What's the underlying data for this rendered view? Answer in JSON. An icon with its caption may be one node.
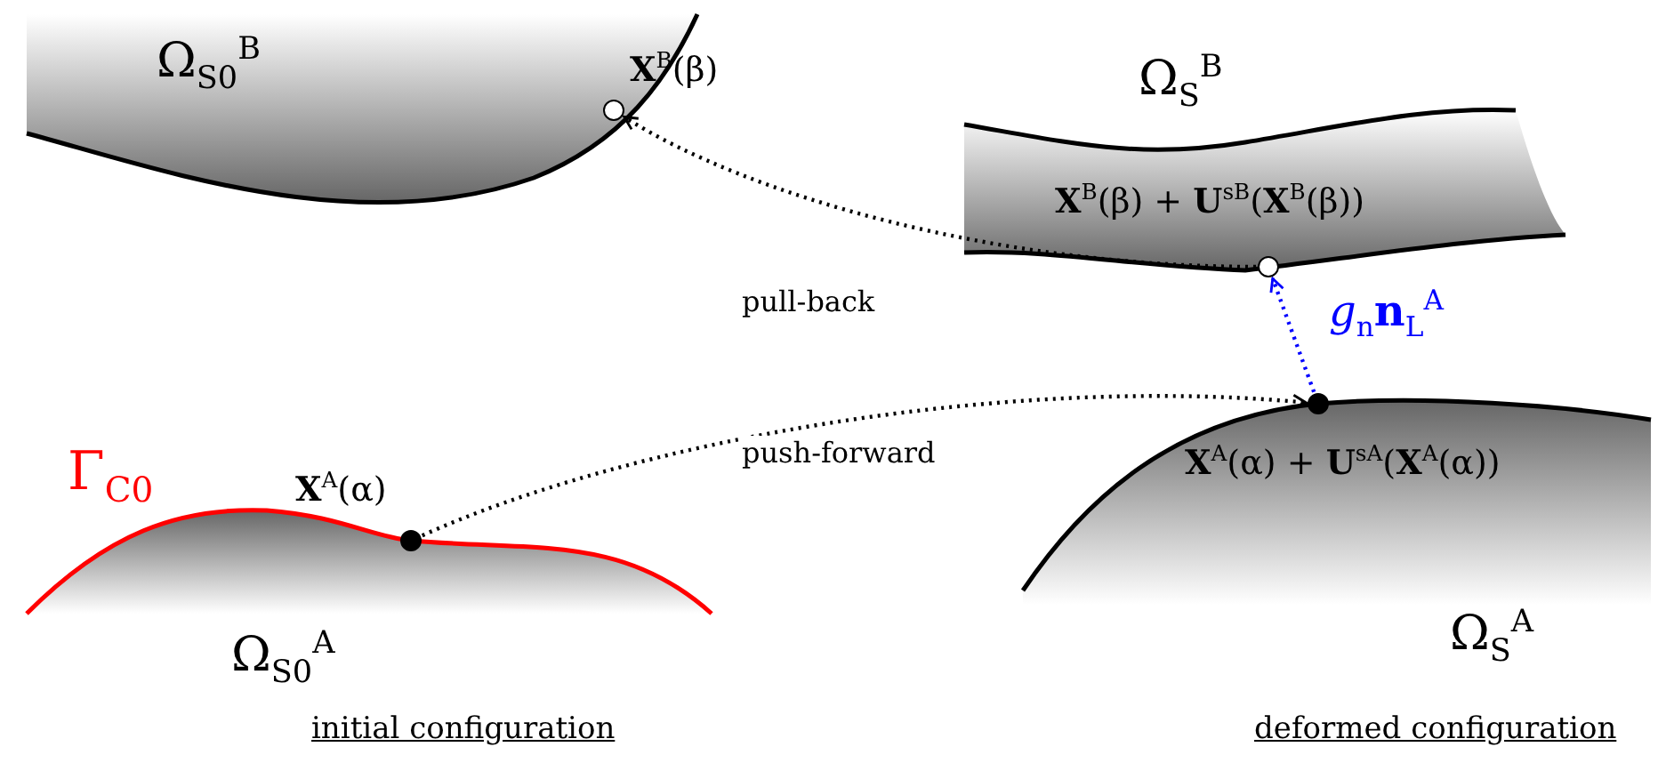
{
  "diagram": {
    "nodes": [
      {
        "text": [],
        "shape": "circle",
        "beside": [
          "**X**$^{B}$(β)"
        ]
      },
      {
        "text": [],
        "shape": "circle",
        "beside": [
          "**X**$^{B}$(β) + **U**$^{sB}$(**X**$^{B}$(β))"
        ]
      },
      {
        "text": [],
        "shape": "circle",
        "beside": [
          "**X**$^{A}$(α) + **U**$^{sA}$(**X**$^{A}$(α))"
        ]
      },
      {
        "text": [],
        "shape": "circle",
        "beside": [
          "**X**$^{A}$(α)"
        ]
      }
    ],
    "edges": [
      {
        "from": 1,
        "to": 0,
        "arrow": "to",
        "label": "pull-back"
      },
      {
        "from": 3,
        "to": 2,
        "arrow": "to",
        "label": "push-forward"
      },
      {
        "from": 2,
        "to": 1,
        "arrow": "to",
        "color": "#0000ff",
        "label": "*g*$_{n}$**n**$_{L}$$^{A}$"
      }
    ],
    "labels": [
      "Ω$_{S0}$$^{B}$",
      "Ω$_{S}$$^{B}$",
      "Γ$_{C0}$",
      "Ω$_{S}$$^{A}$",
      "Ω$_{S0}$$^{A}$",
      "initial configuration",
      "deformed configuration"
    ]
  }
}
